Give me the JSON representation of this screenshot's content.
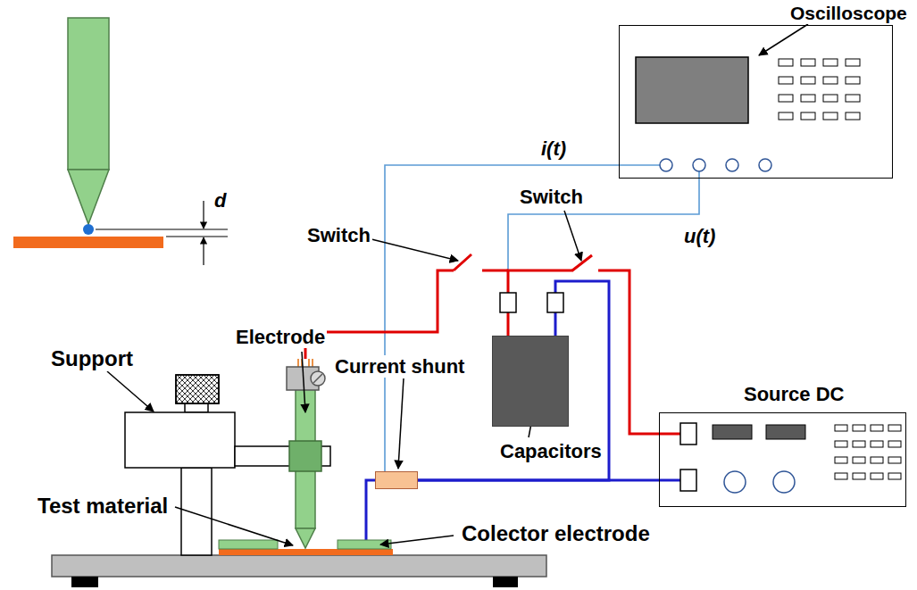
{
  "diagram": {
    "nodes": [
      {
        "text": [
          "Oscilloscope"
        ]
      },
      {
        "text": [
          "Capacitors"
        ]
      },
      {
        "text": [
          "Source DC"
        ]
      },
      {
        "text": [
          "Current shunt"
        ]
      }
    ],
    "edges": [
      {
        "from": 3,
        "to": 0,
        "arrow": "none",
        "label": "i(t)"
      },
      {
        "from": 1,
        "to": 0,
        "arrow": "none",
        "label": "u(t)"
      },
      {
        "from": 1,
        "to": 2,
        "arrow": "none"
      },
      {
        "from": 3,
        "to": 2,
        "arrow": "none"
      },
      {
        "from": 1,
        "to": 3,
        "arrow": "none"
      }
    ],
    "labels": [
      "d",
      "Switch",
      "Switch",
      "Support",
      "Electrode",
      "Test material",
      "Colector electrode"
    ]
  }
}
